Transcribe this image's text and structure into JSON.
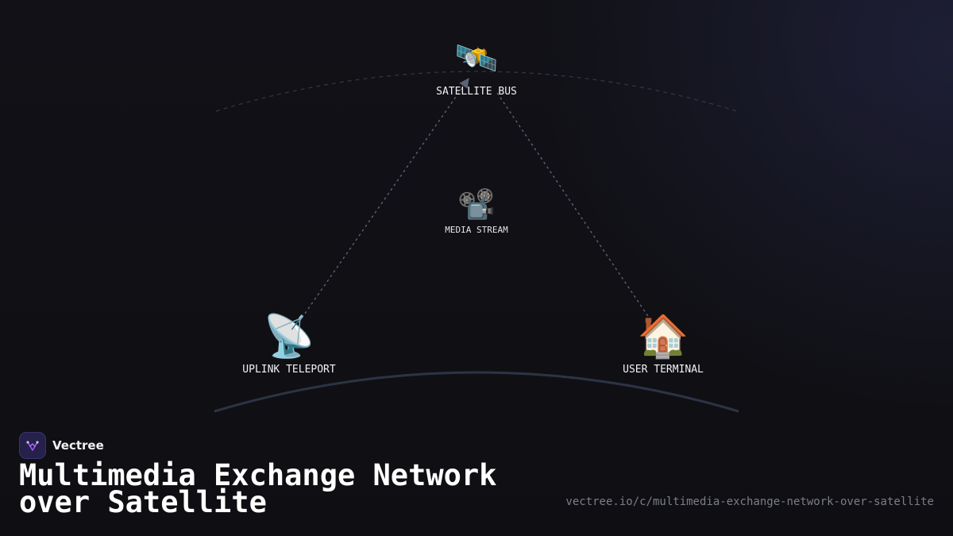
{
  "diagram": {
    "nodes": {
      "satellite": {
        "icon": "🛰️",
        "icon_name": "satellite-icon",
        "label": "SATELLITE BUS"
      },
      "media": {
        "icon": "📽️",
        "icon_name": "film-projector-icon",
        "label": "MEDIA STREAM"
      },
      "uplink": {
        "icon": "📡",
        "icon_name": "satellite-dish-icon",
        "label": "UPLINK TELEPORT"
      },
      "terminal": {
        "icon": "🏠",
        "icon_name": "house-icon",
        "label": "USER TERMINAL"
      }
    },
    "links": [
      {
        "from": "uplink",
        "to": "satellite",
        "style": "dotted",
        "arrow": true
      },
      {
        "from": "satellite",
        "to": "terminal",
        "style": "dotted",
        "arrow": false
      }
    ],
    "colors": {
      "link": "#5b6474",
      "earth_curve": "#2c3444",
      "orbit": "#343844",
      "accent": "#8b5cf6"
    }
  },
  "footer": {
    "brand_name": "Vectree",
    "brand_logo": "vectree-logo",
    "title": "Multimedia Exchange Network over Satellite",
    "url": "vectree.io/c/multimedia-exchange-network-over-satellite"
  }
}
